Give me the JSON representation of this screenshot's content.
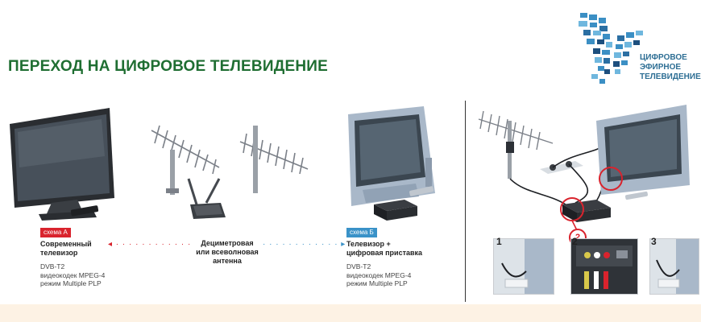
{
  "title": "ПЕРЕХОД НА ЦИФРОВОЕ ТЕЛЕВИДЕНИЕ",
  "logo": {
    "line1": "ЦИФРОВОЕ",
    "line2": "ЭФИРНОЕ",
    "line3": "ТЕЛЕВИДЕНИЕ"
  },
  "scheme_a": {
    "badge": "схема А",
    "name_line1": "Современный",
    "name_line2": "телевизор",
    "spec1": "DVB-T2",
    "spec2": "видеокодек MPEG-4",
    "spec3": "режим Multiple PLP"
  },
  "antenna": {
    "line1": "Дециметровая",
    "line2": "или всеволновая",
    "line3": "антенна"
  },
  "scheme_b": {
    "badge": "схема Б",
    "name_line1": "Телевизор +",
    "name_line2": "цифровая приставка",
    "spec1": "DVB-T2",
    "spec2": "видеокодек MPEG-4",
    "spec3": "режим Multiple PLP"
  },
  "steps": {
    "s1": "1",
    "s2": "2",
    "s3": "3",
    "callout": "2"
  },
  "colors": {
    "title_green": "#1f6e32",
    "accent_red": "#d9232d",
    "accent_blue": "#3a92c8",
    "logo_blue": "#2d6e94",
    "band": "#fdf2e4"
  }
}
